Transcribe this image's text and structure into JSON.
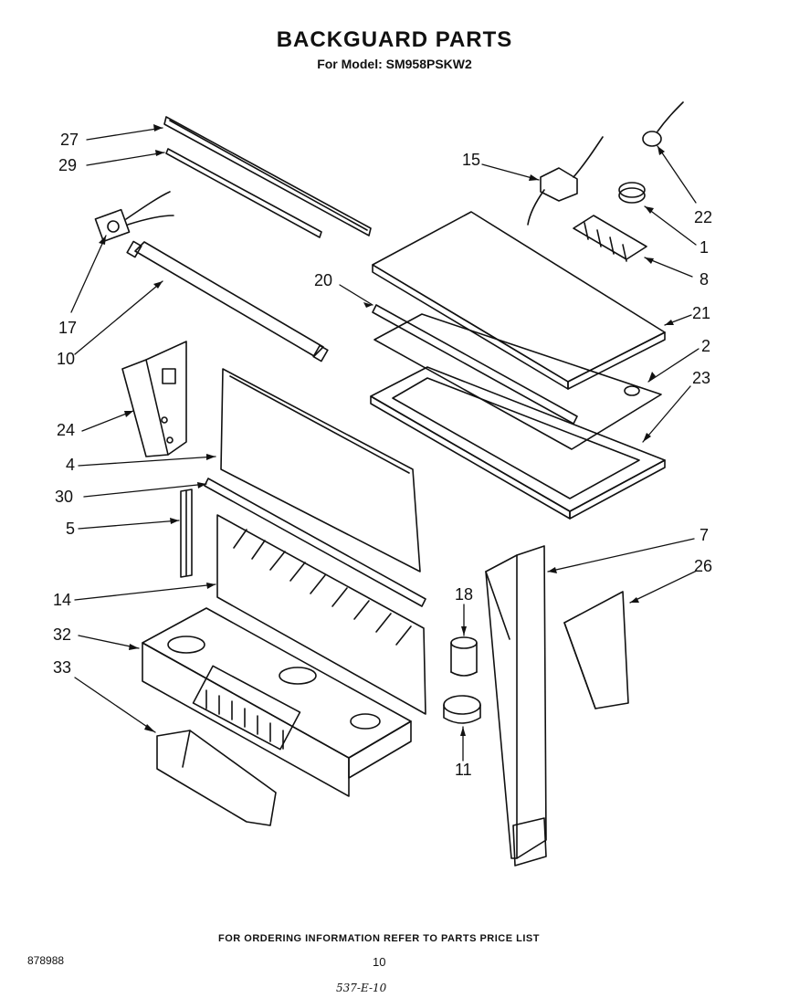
{
  "header": {
    "title": "BACKGUARD PARTS",
    "subtitle": "For Model: SM958PSKW2"
  },
  "callouts": [
    {
      "id": "c27",
      "label": "27"
    },
    {
      "id": "c29",
      "label": "29"
    },
    {
      "id": "c17",
      "label": "17"
    },
    {
      "id": "c10",
      "label": "10"
    },
    {
      "id": "c24",
      "label": "24"
    },
    {
      "id": "c4",
      "label": "4"
    },
    {
      "id": "c30",
      "label": "30"
    },
    {
      "id": "c5",
      "label": "5"
    },
    {
      "id": "c14",
      "label": "14"
    },
    {
      "id": "c32",
      "label": "32"
    },
    {
      "id": "c33",
      "label": "33"
    },
    {
      "id": "c15",
      "label": "15"
    },
    {
      "id": "c22",
      "label": "22"
    },
    {
      "id": "c1",
      "label": "1"
    },
    {
      "id": "c8",
      "label": "8"
    },
    {
      "id": "c20",
      "label": "20"
    },
    {
      "id": "c21",
      "label": "21"
    },
    {
      "id": "c2",
      "label": "2"
    },
    {
      "id": "c23",
      "label": "23"
    },
    {
      "id": "c7",
      "label": "7"
    },
    {
      "id": "c26",
      "label": "26"
    },
    {
      "id": "c18",
      "label": "18"
    },
    {
      "id": "c11",
      "label": "11"
    }
  ],
  "footer": {
    "ordering_note": "FOR ORDERING INFORMATION REFER TO PARTS PRICE LIST",
    "document_number": "878988",
    "page_number": "10",
    "handwritten_code": "537-E-10"
  }
}
